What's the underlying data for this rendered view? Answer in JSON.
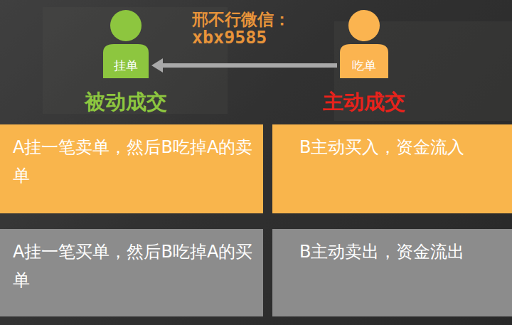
{
  "diagram": {
    "nodes": [
      {
        "text": [
          "挂单",
          "被动成交"
        ]
      },
      {
        "text": [
          "吃单",
          "主动成交"
        ]
      },
      {
        "text": [
          "A挂一笔卖单，然后B吃掉A的卖单"
        ]
      },
      {
        "text": [
          "B主动买入，资金流入"
        ]
      },
      {
        "text": [
          "A挂一笔买单，然后B吃掉A的买单"
        ]
      },
      {
        "text": [
          "B主动卖出，资金流出"
        ]
      }
    ],
    "edges": [
      {
        "from": 1,
        "to": 0,
        "arrow": "to"
      }
    ],
    "labels": [
      "邢不行微信：",
      "xbx9585"
    ]
  }
}
